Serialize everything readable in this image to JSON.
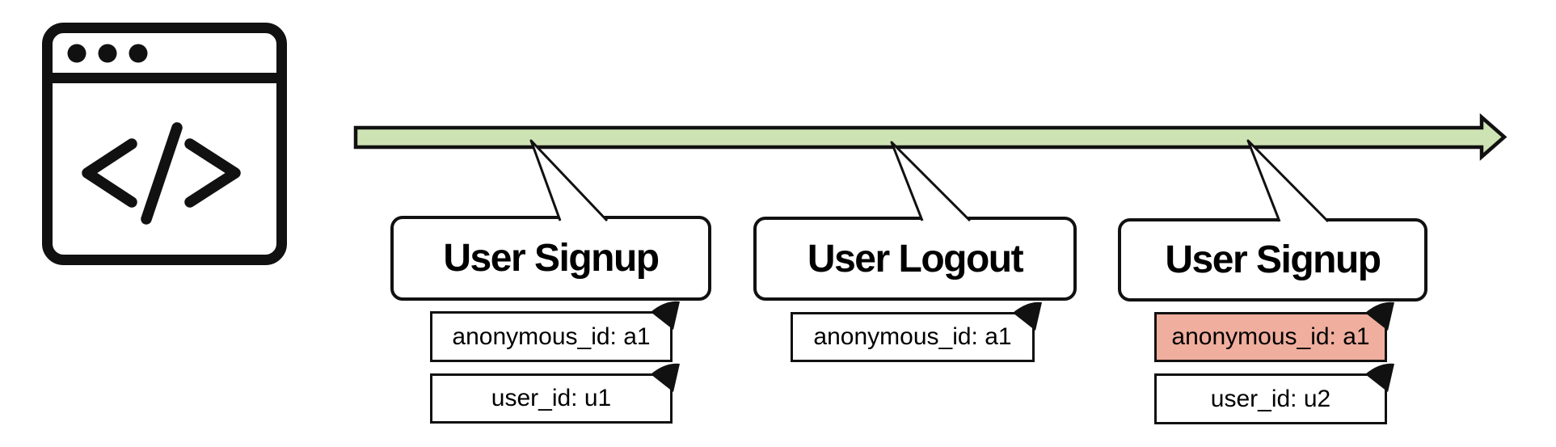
{
  "colors": {
    "timeline_green": "#cde3b4",
    "highlight_salmon": "#f0ae9e",
    "ink": "#111111"
  },
  "icon": {
    "name": "code-browser-icon",
    "glyph": "</>"
  },
  "events": [
    {
      "title": "User Signup",
      "tags": [
        {
          "label": "anonymous_id: a1",
          "highlighted": false
        },
        {
          "label": "user_id: u1",
          "highlighted": false
        }
      ]
    },
    {
      "title": "User Logout",
      "tags": [
        {
          "label": "anonymous_id: a1",
          "highlighted": false
        }
      ]
    },
    {
      "title": "User Signup",
      "tags": [
        {
          "label": "anonymous_id: a1",
          "highlighted": true
        },
        {
          "label": "user_id: u2",
          "highlighted": false
        }
      ]
    }
  ]
}
